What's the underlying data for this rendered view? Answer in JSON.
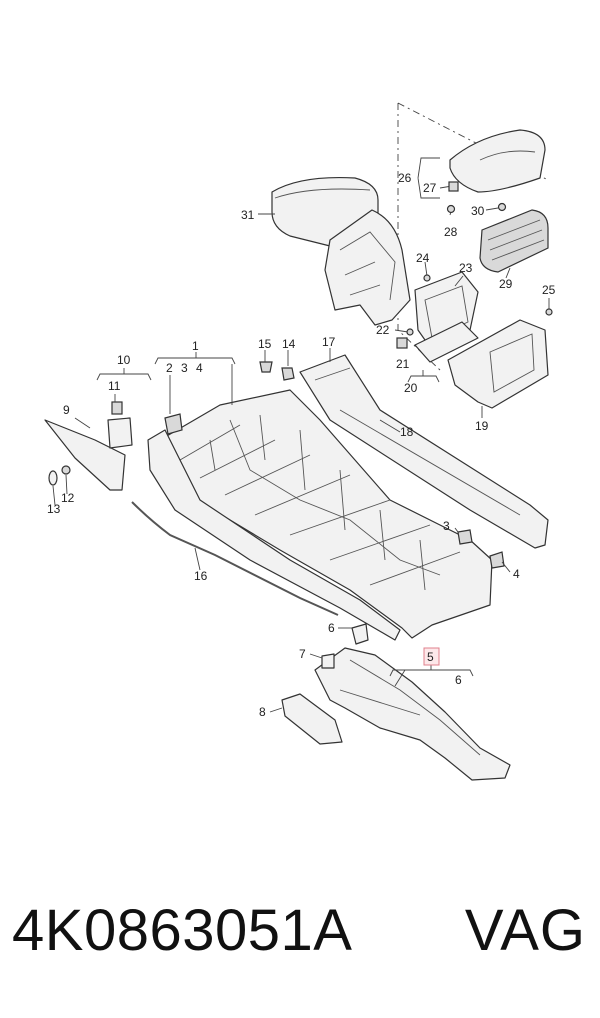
{
  "labels": {
    "l1": "1",
    "l2": "2",
    "l3": "3",
    "l3b": "3",
    "l4": "4",
    "l4b": "4",
    "l5": "5",
    "l6": "6",
    "l6b": "6",
    "l7": "7",
    "l8": "8",
    "l9": "9",
    "l10": "10",
    "l11": "11",
    "l12": "12",
    "l13": "13",
    "l14": "14",
    "l15": "15",
    "l16": "16",
    "l17": "17",
    "l18": "18",
    "l19": "19",
    "l20": "20",
    "l21": "21",
    "l22": "22",
    "l23": "23",
    "l24": "24",
    "l25": "25",
    "l26": "26",
    "l27": "27",
    "l28": "28",
    "l29": "29",
    "l30": "30",
    "l31": "31"
  },
  "highlight_color": "#e0808c",
  "footer": {
    "part_number": "4K0863051A",
    "brand": "VAG"
  }
}
